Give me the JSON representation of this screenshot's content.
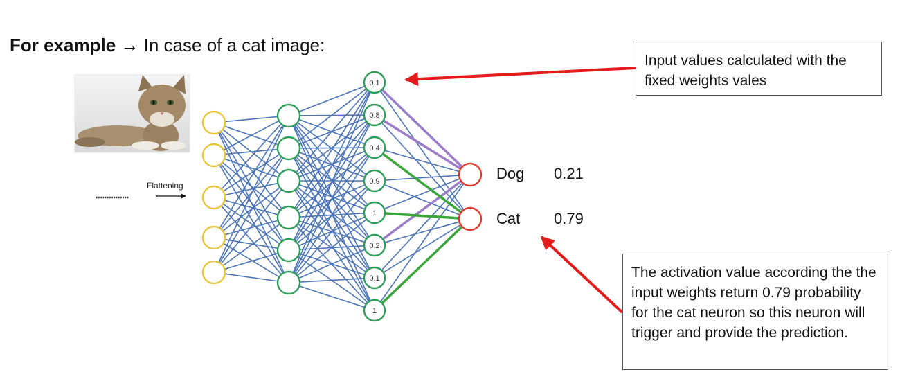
{
  "heading": {
    "bold": "For example",
    "arrow": "→",
    "rest": "In case of a cat image:"
  },
  "input_image": {
    "icon": "cat-photo"
  },
  "flattening_label": "Flattening",
  "hidden_values": [
    "0.1",
    "0.8",
    "0.4",
    "0.9",
    "1",
    "0.2",
    "0.1",
    "1"
  ],
  "outputs": [
    {
      "label": "Dog",
      "value": "0.21"
    },
    {
      "label": "Cat",
      "value": "0.79"
    }
  ],
  "callouts": {
    "top": "Input values calculated with the fixed weights vales",
    "bottom": "The activation value according the the input weights return 0.79 probability for the cat neuron so this neuron will trigger and provide the prediction."
  },
  "colors": {
    "input_node": "#e8c53a",
    "hidden_node": "#2e9e5a",
    "output_node": "#e0392b",
    "edge": "#4a73b8",
    "highlight_purple": "#9b7cc9",
    "highlight_green": "#3aa63a",
    "arrow": "#e41b1b"
  }
}
